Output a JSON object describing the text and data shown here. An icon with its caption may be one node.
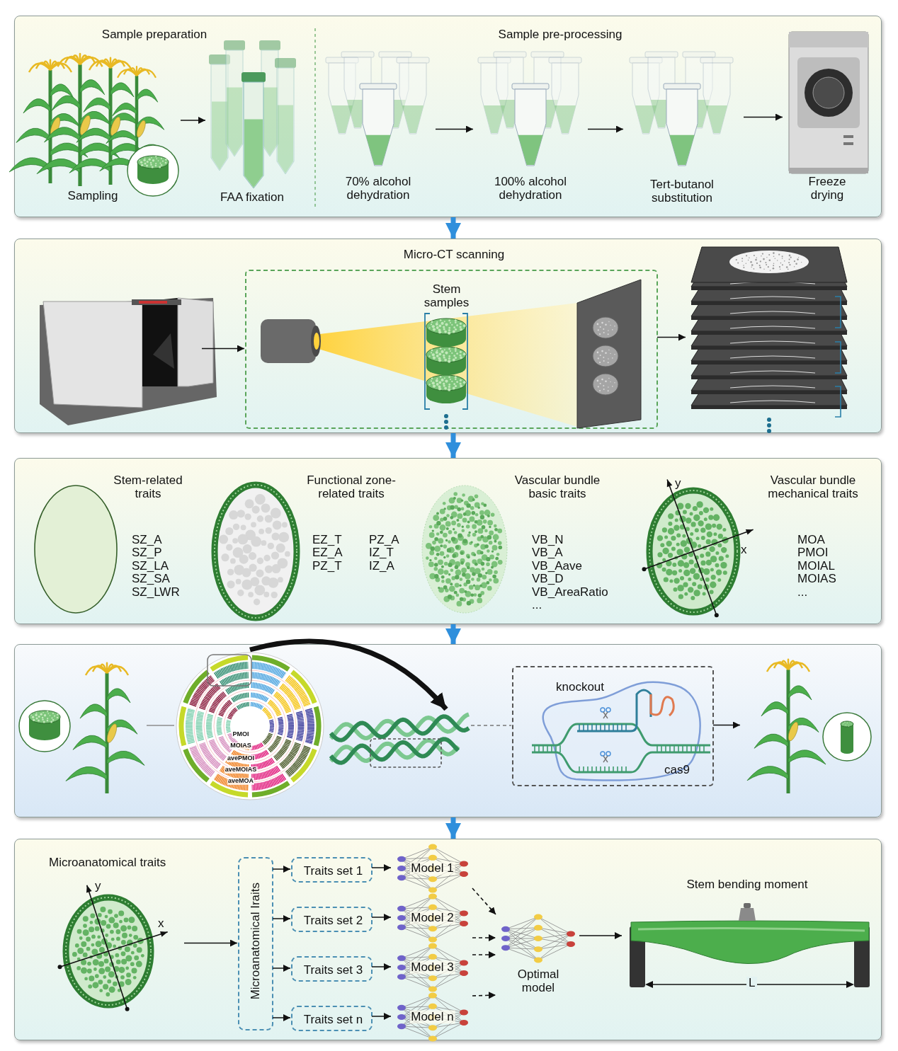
{
  "diagram": {
    "nodes": [
      {
        "text": [
          "Sample preparation",
          "Sample pre-processing"
        ]
      },
      {
        "text": [
          "Sampling"
        ],
        "in": 0
      },
      {
        "text": [
          "FAA fixation"
        ],
        "in": 0
      },
      {
        "text": [
          "70% alcohol dehydration"
        ],
        "in": 0
      },
      {
        "text": [
          "100% alcohol dehydration"
        ],
        "in": 0
      },
      {
        "text": [
          "Tert-butanol substitution"
        ],
        "in": 0
      },
      {
        "text": [
          "Freeze drying"
        ],
        "in": 0
      },
      {
        "text": [
          "Micro-CT scanning"
        ]
      },
      {
        "text": [],
        "shape": "picture",
        "in": 7
      },
      {
        "text": [],
        "shape": "box",
        "in": 7
      },
      {
        "text": [
          "Stem samples"
        ],
        "in": 9
      },
      {
        "text": [],
        "shape": "picture",
        "in": 7
      },
      {
        "text": [],
        "shape": "box"
      },
      {
        "text": [
          "Stem-related traits",
          "SZ_A",
          "SZ_P",
          "SZ_LA",
          "SZ_SA",
          "SZ_LWR"
        ],
        "in": 12
      },
      {
        "text": [
          "Functional zone-related traits",
          "EZ_T",
          "EZ_A",
          "PZ_T",
          "PZ_A",
          "IZ_T",
          "IZ_A"
        ],
        "in": 12
      },
      {
        "text": [
          "Vascular bundle basic traits",
          "VB_N",
          "VB_A",
          "VB_Aave",
          "VB_D",
          "VB_AreaRatio",
          "..."
        ],
        "in": 12
      },
      {
        "text": [
          "Vascular bundle mechanical traits",
          "MOA",
          "PMOI",
          "MOIAL",
          "MOIAS",
          "..."
        ],
        "beside": [
          "y",
          "x"
        ],
        "in": 12
      },
      {
        "text": [],
        "shape": "box"
      },
      {
        "text": [],
        "shape": "picture",
        "in": 17
      },
      {
        "text": [],
        "shape": "picture",
        "in": 17
      },
      {
        "text": [],
        "shape": "picture",
        "in": 17
      },
      {
        "text": [
          "knockout",
          "cas9"
        ],
        "in": 17
      },
      {
        "text": [],
        "shape": "picture",
        "in": 17
      },
      {
        "text": [],
        "shape": "box"
      },
      {
        "text": [
          "Microanatomical traits"
        ],
        "beside": [
          "y",
          "x"
        ],
        "in": 23
      },
      {
        "text": [
          "Microanatomical Iraits"
        ],
        "in": 23
      },
      {
        "text": [
          "Traits set 1"
        ],
        "in": 23
      },
      {
        "text": [
          "Traits set 2"
        ],
        "in": 23
      },
      {
        "text": [
          "Traits set 3"
        ],
        "in": 23
      },
      {
        "text": [
          "Traits set n"
        ],
        "in": 23
      },
      {
        "text": [
          "Model 1"
        ],
        "in": 23
      },
      {
        "text": [
          "Model 2"
        ],
        "in": 23
      },
      {
        "text": [
          "Model 3"
        ],
        "in": 23
      },
      {
        "text": [
          "Model n"
        ],
        "in": 23
      },
      {
        "text": [
          "Optimal model"
        ],
        "in": 23
      },
      {
        "text": [
          "Stem bending moment"
        ],
        "in": 23
      }
    ],
    "edges": [
      {
        "from": 0,
        "to": 7,
        "arrow": "to",
        "style": "thick",
        "color": "#2f8fdc"
      },
      {
        "from": 7,
        "to": 12,
        "arrow": "to",
        "style": "thick",
        "color": "#2f8fdc"
      },
      {
        "from": 12,
        "to": 17,
        "arrow": "to",
        "style": "thick",
        "color": "#2f8fdc"
      },
      {
        "from": 17,
        "to": 23,
        "arrow": "to",
        "style": "thick",
        "color": "#2f8fdc"
      },
      {
        "from": 1,
        "to": 2,
        "arrow": "to"
      },
      {
        "from": 3,
        "to": 4,
        "arrow": "to"
      },
      {
        "from": 4,
        "to": 5,
        "arrow": "to"
      },
      {
        "from": 5,
        "to": 6,
        "arrow": "to"
      },
      {
        "from": 8,
        "to": 9,
        "arrow": "to"
      },
      {
        "from": 9,
        "to": 11,
        "arrow": "to"
      },
      {
        "from": 18,
        "to": 19,
        "arrow": "none",
        "color": "#8c8c8c"
      },
      {
        "from": 19,
        "to": 20,
        "arrow": "to",
        "style": "thick"
      },
      {
        "from": 20,
        "to": 21,
        "arrow": "none",
        "style": "dashed",
        "color": "#777777"
      },
      {
        "from": 21,
        "to": 22,
        "arrow": "to"
      },
      {
        "from": 24,
        "to": 25,
        "arrow": "to"
      },
      {
        "from": 25,
        "to": 26,
        "arrow": "to"
      },
      {
        "from": 25,
        "to": 27,
        "arrow": "to"
      },
      {
        "from": 25,
        "to": 28,
        "arrow": "to"
      },
      {
        "from": 25,
        "to": 29,
        "arrow": "to"
      },
      {
        "from": 26,
        "to": 30,
        "arrow": "to"
      },
      {
        "from": 27,
        "to": 31,
        "arrow": "to"
      },
      {
        "from": 28,
        "to": 32,
        "arrow": "to"
      },
      {
        "from": 29,
        "to": 33,
        "arrow": "to"
      },
      {
        "from": 30,
        "to": 34,
        "arrow": "to",
        "style": "dashed"
      },
      {
        "from": 31,
        "to": 34,
        "arrow": "to",
        "style": "dashed"
      },
      {
        "from": 32,
        "to": 34,
        "arrow": "to",
        "style": "dashed"
      },
      {
        "from": 33,
        "to": 34,
        "arrow": "to",
        "style": "dashed"
      },
      {
        "from": 34,
        "to": 35,
        "arrow": "to"
      }
    ],
    "labels": [
      "PMOI",
      "MOIAS",
      "avePMOI",
      "aveMOIAS",
      "aveMOA",
      "L"
    ]
  }
}
